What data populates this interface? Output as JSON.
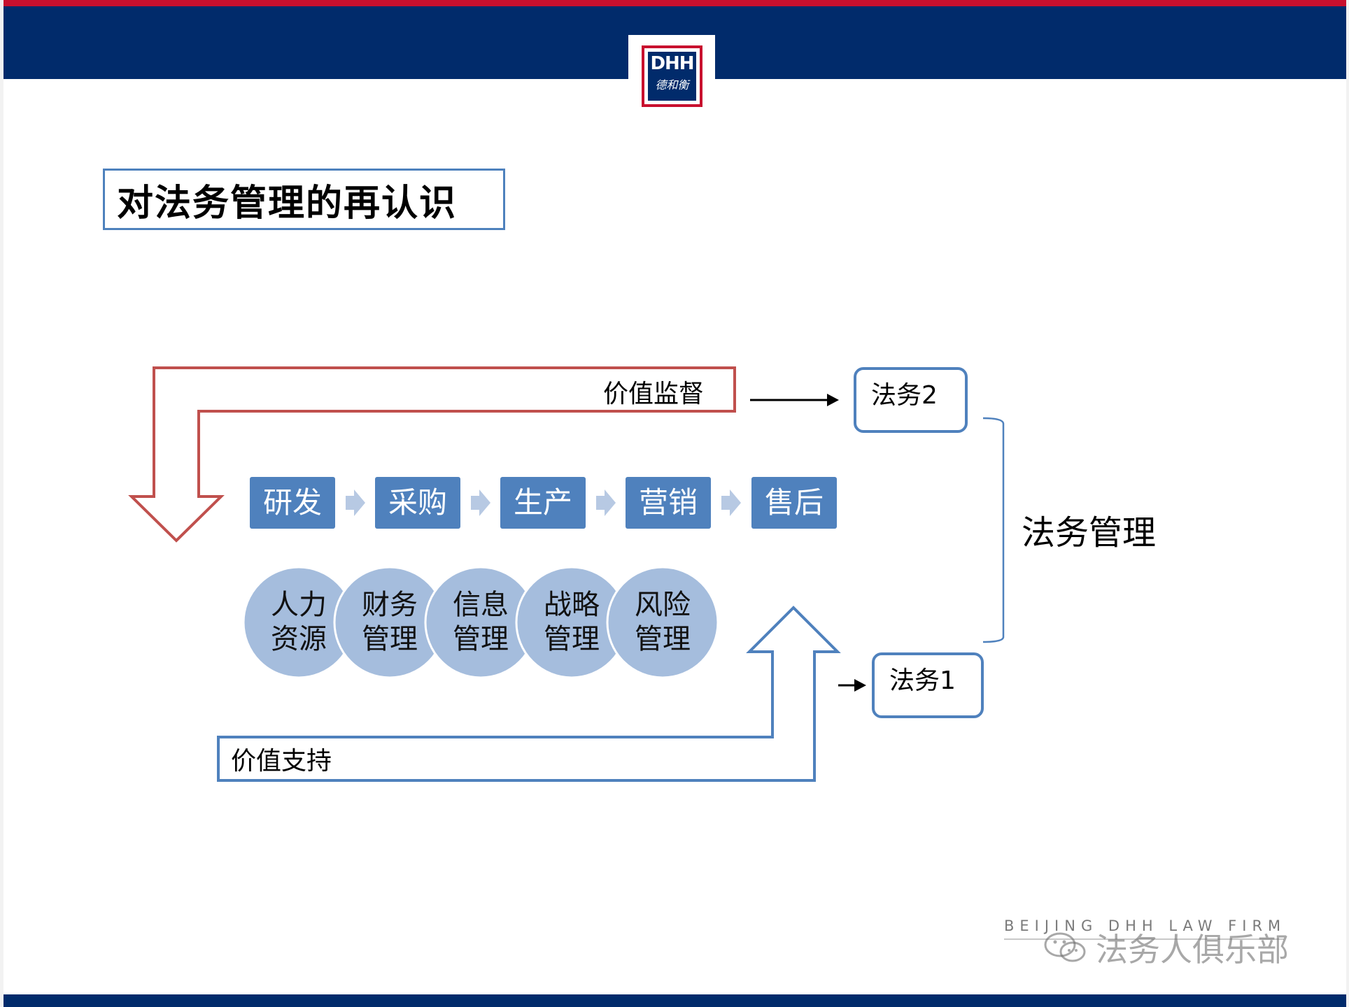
{
  "slide": {
    "title": "对法务管理的再认识"
  },
  "logo": {
    "mark": "DHH",
    "sub": "德和衡"
  },
  "diagram": {
    "value_supervision_label": "价值监督",
    "value_support_label": "价值支持",
    "process_steps": [
      "研发",
      "采购",
      "生产",
      "营销",
      "售后"
    ],
    "support_functions": [
      {
        "line1": "人力",
        "line2": "资源"
      },
      {
        "line1": "财务",
        "line2": "管理"
      },
      {
        "line1": "信息",
        "line2": "管理"
      },
      {
        "line1": "战略",
        "line2": "管理"
      },
      {
        "line1": "风险",
        "line2": "管理"
      }
    ],
    "legal2_label": "法务2",
    "legal1_label": "法务1",
    "legal_management_label": "法务管理"
  },
  "footer": {
    "firm_name": "BEIJING DHH LAW FIRM",
    "watermark": "法务人俱乐部"
  },
  "colors": {
    "brand_blue": "#012b6b",
    "brand_red": "#c8102e",
    "process_box": "#4f81bd",
    "circle_fill": "#a5bddd",
    "supervision_arrow": "#c0504d",
    "support_arrow": "#4f81bd"
  },
  "icons": {
    "step_arrow": "chevron-right-icon",
    "watermark_icon": "wechat-icon"
  }
}
